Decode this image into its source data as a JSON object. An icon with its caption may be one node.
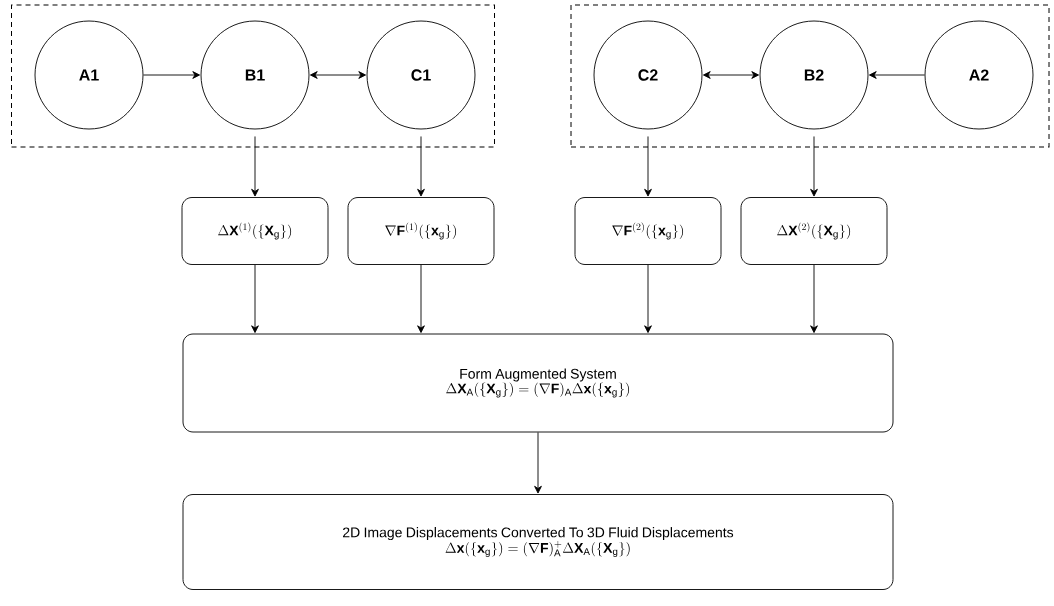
{
  "diagram": {
    "nodes": [
      {
        "text": [],
        "shape": "box"
      },
      {
        "text": [
          "A1"
        ],
        "in": 0
      },
      {
        "text": [
          "B1"
        ],
        "in": 0
      },
      {
        "text": [
          "C1"
        ],
        "in": 0
      },
      {
        "text": [],
        "shape": "box"
      },
      {
        "text": [
          "C2"
        ],
        "in": 4
      },
      {
        "text": [
          "B2"
        ],
        "in": 4
      },
      {
        "text": [
          "A2"
        ],
        "in": 4
      },
      {
        "text": [
          "\\Delta\\mathbf{X}^{(1)}(\\{\\mathbf{X}_\\mathrm{g}\\})"
        ]
      },
      {
        "text": [
          "\\nabla\\mathbf{F}^{(1)}(\\{\\mathbf{x}_\\mathrm{g}\\})"
        ]
      },
      {
        "text": [
          "\\nabla\\mathbf{F}^{(2)}(\\{\\mathbf{x}_\\mathrm{g}\\})"
        ]
      },
      {
        "text": [
          "\\Delta\\mathbf{X}^{(2)}(\\{\\mathbf{X}_\\mathrm{g}\\})"
        ]
      },
      {
        "text": [
          "Form Augmented System",
          "\\Delta\\mathbf{X}_\\mathrm{A}(\\{\\mathbf{X}_\\mathrm{g}\\}) = (\\nabla\\mathbf{F})_\\mathrm{A}\\Delta\\mathbf{x}(\\{\\mathbf{x}_\\mathrm{g}\\})"
        ]
      },
      {
        "text": [
          "2D Image Displacements Converted To 3D Fluid Displacements",
          "\\Delta\\mathbf{x}(\\{\\mathbf{x}_\\mathrm{g}\\}) = (\\nabla\\mathbf{F})_\\mathrm{A}^{+}\\Delta\\mathbf{X}_\\mathrm{A}(\\{\\mathbf{X}_\\mathrm{g}\\})"
        ]
      }
    ],
    "edges": [
      {
        "from": 1,
        "to": 2,
        "arrow": "to"
      },
      {
        "from": 2,
        "to": 3,
        "arrow": "both"
      },
      {
        "from": 5,
        "to": 6,
        "arrow": "both"
      },
      {
        "from": 7,
        "to": 6,
        "arrow": "to"
      },
      {
        "from": 2,
        "to": 8,
        "arrow": "to"
      },
      {
        "from": 3,
        "to": 9,
        "arrow": "to"
      },
      {
        "from": 5,
        "to": 10,
        "arrow": "to"
      },
      {
        "from": 6,
        "to": 11,
        "arrow": "to"
      },
      {
        "from": 8,
        "to": 12,
        "arrow": "to"
      },
      {
        "from": 9,
        "to": 12,
        "arrow": "to"
      },
      {
        "from": 10,
        "to": 12,
        "arrow": "to"
      },
      {
        "from": 11,
        "to": 12,
        "arrow": "to"
      },
      {
        "from": 12,
        "to": 13,
        "arrow": "to"
      }
    ]
  }
}
